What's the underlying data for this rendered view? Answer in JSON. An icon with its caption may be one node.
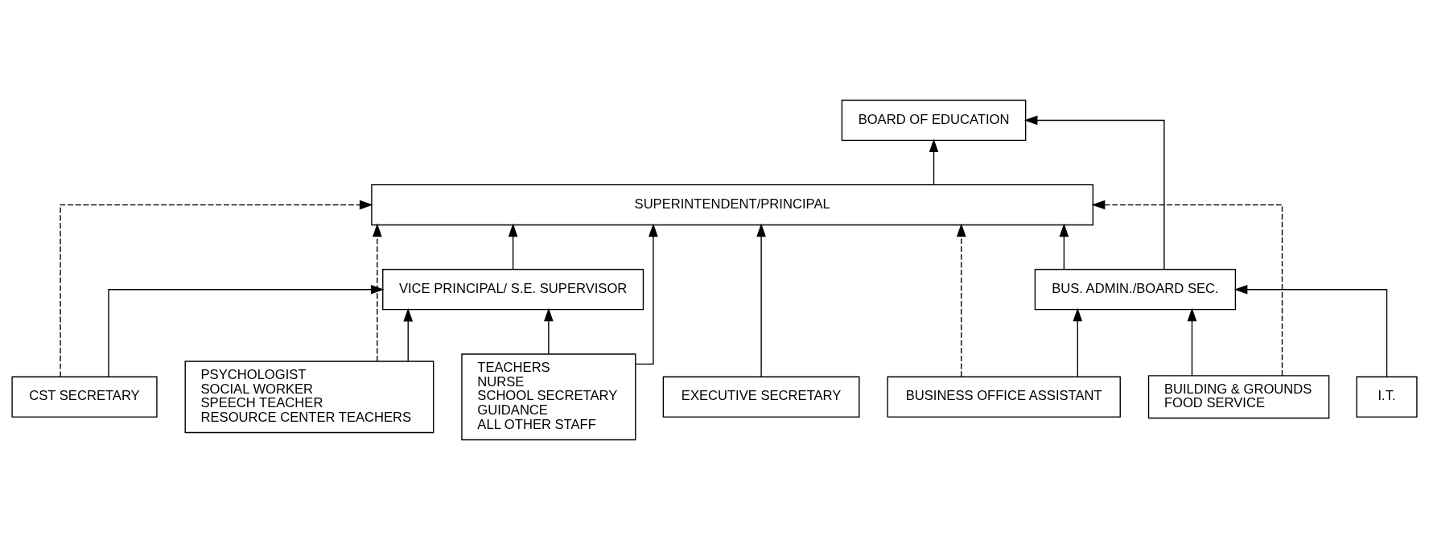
{
  "diagram": {
    "nodes": [
      {
        "text": [
          "BOARD OF EDUCATION"
        ]
      },
      {
        "text": [
          "SUPERINTENDENT/PRINCIPAL"
        ]
      },
      {
        "text": [
          "VICE PRINCIPAL/ S.E. SUPERVISOR"
        ]
      },
      {
        "text": [
          "BUS. ADMIN./BOARD SEC."
        ]
      },
      {
        "text": [
          "I.T."
        ]
      },
      {
        "text": [
          "CST SECRETARY"
        ]
      },
      {
        "text": [
          "EXECUTIVE SECRETARY"
        ]
      },
      {
        "text": [
          "BUSINESS OFFICE ASSISTANT"
        ]
      },
      {
        "text": [
          "PSYCHOLOGIST",
          "SOCIAL WORKER",
          "SPEECH TEACHER",
          "RESOURCE CENTER TEACHERS"
        ]
      },
      {
        "text": [
          "TEACHERS",
          "NURSE",
          "SCHOOL SECRETARY",
          "GUIDANCE",
          "ALL OTHER STAFF"
        ]
      },
      {
        "text": [
          "BUILDING & GROUNDS",
          "FOOD SERVICE"
        ]
      }
    ],
    "edges": [
      {
        "from": 1,
        "to": 0,
        "arrow": "to"
      },
      {
        "from": 3,
        "to": 0,
        "arrow": "to"
      },
      {
        "from": 8,
        "to": 1,
        "arrow": "to",
        "style": "dashed"
      },
      {
        "from": 5,
        "to": 1,
        "arrow": "to",
        "style": "dashed"
      },
      {
        "from": 2,
        "to": 1,
        "arrow": "to"
      },
      {
        "from": 9,
        "to": 1,
        "arrow": "to"
      },
      {
        "from": 6,
        "to": 1,
        "arrow": "to"
      },
      {
        "from": 10,
        "to": 1,
        "arrow": "to",
        "style": "dashed"
      },
      {
        "from": 7,
        "to": 1,
        "arrow": "to",
        "style": "dashed"
      },
      {
        "from": 3,
        "to": 1,
        "arrow": "to"
      },
      {
        "from": 5,
        "to": 2,
        "arrow": "to"
      },
      {
        "from": 8,
        "to": 2,
        "arrow": "to"
      },
      {
        "from": 9,
        "to": 2,
        "arrow": "to"
      },
      {
        "from": 4,
        "to": 3,
        "arrow": "to"
      },
      {
        "from": 7,
        "to": 3,
        "arrow": "to"
      },
      {
        "from": 10,
        "to": 3,
        "arrow": "to"
      }
    ]
  }
}
